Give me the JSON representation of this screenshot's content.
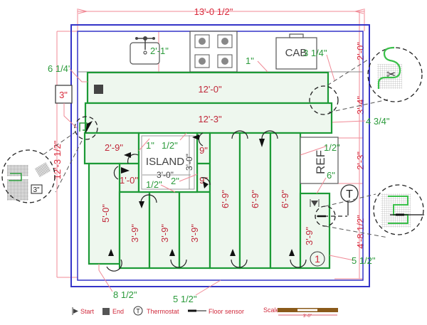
{
  "plan": {
    "overall_width": "13'-0 1/2\"",
    "overall_height": "12'-3 1/2\"",
    "right_dims": [
      "2'-0\"",
      "3'-4\"",
      "2'-3\"",
      "4'-8 1/2\""
    ],
    "offsets": {
      "left_top": "6 1/4'",
      "sink": "2'-1\"",
      "counter_gap": "1\"",
      "cab_gap": "3 1/4\"",
      "right_gap": "4 3/4\"",
      "ref_gap": "1/2\"",
      "ref_bottom": "6\"",
      "right_bottom": "5 1/2\"",
      "left_bottom": "8 1/2\"",
      "bottom_mid": "5 1/2\"",
      "island_tl": "1\"",
      "island_top": "1/2\"",
      "island_bottom": "1/2\"",
      "island_right": "2\"",
      "wall_box": "3\"",
      "detail_box": "3\""
    },
    "fixtures": {
      "island": "ISLAND",
      "island_w": "3'-0\"",
      "island_h": "3'-0\"",
      "cab": "CAB",
      "ref": "REF"
    },
    "zones": [
      "12'-0\"",
      "12'-3\"",
      "2'-9\"",
      "1'-0\"",
      "9\"",
      "9\"",
      "5'-0\"",
      "3'-9\"",
      "3'-9\"",
      "3'-9\"",
      "6'-9\"",
      "6'-9\"",
      "6'-9\"",
      "3'-9\""
    ],
    "circuit_number": "1",
    "thermostat_symbol": "T"
  },
  "legend": {
    "start": "Start",
    "end": "End",
    "thermostat": "Thermostat",
    "thermostat_symbol": "T",
    "floor_sensor": "Floor sensor",
    "scale": "Scale",
    "scale_value": "3'-0\""
  },
  "colors": {
    "wall": "#3434c8",
    "zone": "#1c9a36",
    "dimension": "#d8283a",
    "offset": "#2a9a3a"
  }
}
